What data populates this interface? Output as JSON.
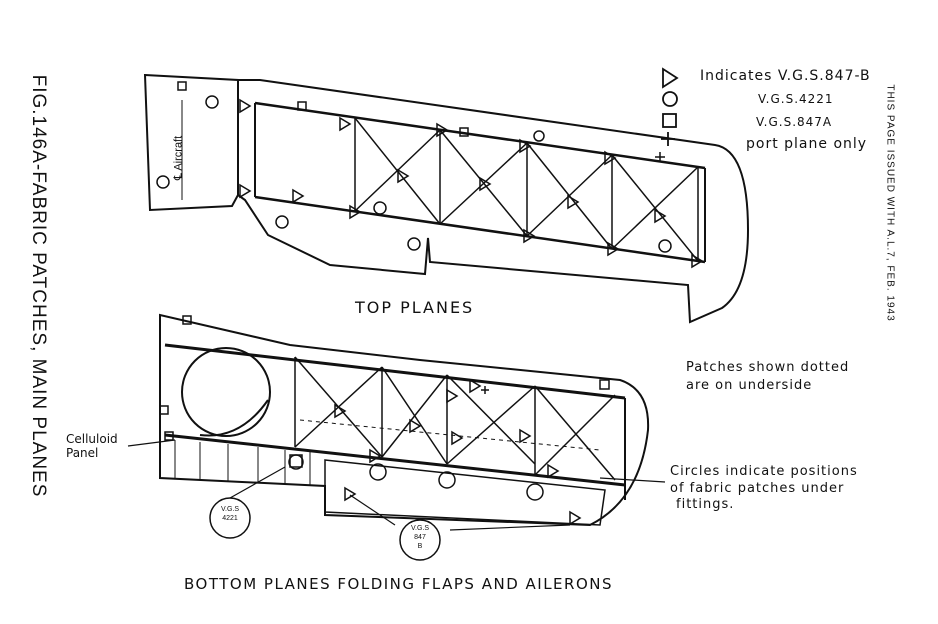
{
  "figure_title": "FIG.146A-FABRIC PATCHES, MAIN PLANES",
  "issue_note": "THIS PAGE ISSUED WITH A.L.7, FEB. 1943",
  "legend": {
    "items": [
      {
        "symbol": "triangle",
        "label": "Indicates  V.G.S.847-B"
      },
      {
        "symbol": "circle",
        "label": "V.G.S.4221"
      },
      {
        "symbol": "square",
        "label": "V.G.S.847A"
      },
      {
        "symbol": "plus",
        "label": "port plane only"
      }
    ]
  },
  "top_planes": {
    "caption": "TOP PLANES",
    "centreline_label": "℄ Aircraft"
  },
  "bottom_planes": {
    "caption": "BOTTOM PLANES FOLDING FLAPS AND AILERONS",
    "celluloid_label_line1": "Celluloid",
    "celluloid_label_line2": "Panel",
    "vgs4221_line1": "V.G.S",
    "vgs4221_line2": "4221",
    "vgs847b_line1": "V.G.S",
    "vgs847b_line2": "847",
    "vgs847b_line3": "B"
  },
  "notes": {
    "dotted_line1": "Patches shown dotted",
    "dotted_line2": "are on underside",
    "circles_line1": "Circles indicate positions",
    "circles_line2": "of fabric patches under",
    "circles_line3": "fittings."
  }
}
